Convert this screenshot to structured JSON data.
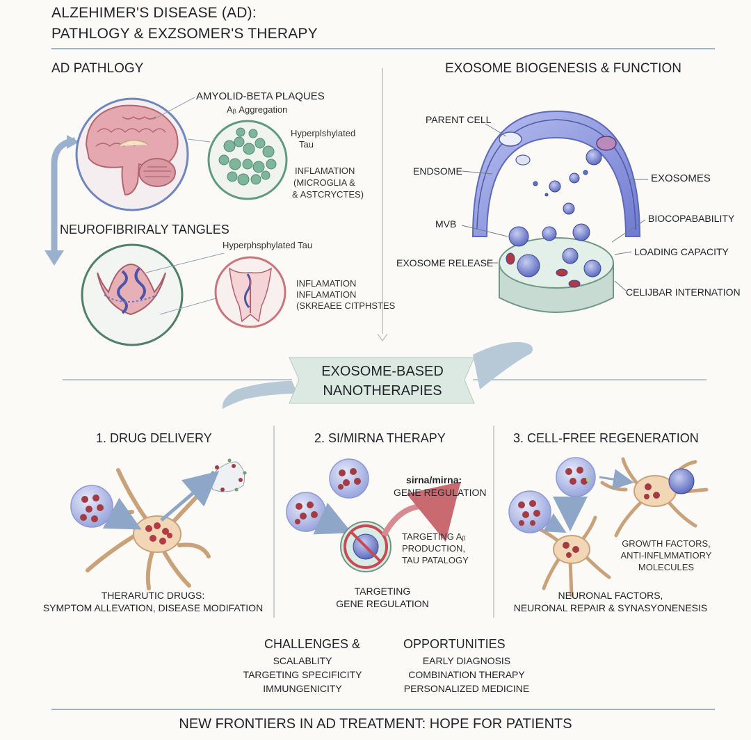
{
  "title": {
    "line1": "ALZEHIMER'S DISEASE (AD):",
    "line2": "PATHLOGY & EXZSOMER'S THERAPY"
  },
  "pathology": {
    "heading": "AD PATHLOGY",
    "plaques_label": "AMYOLID-BETA PLAQUES",
    "aggregation": "Aᵦ Aggregation",
    "tau1": "Hyperplshylated",
    "tau1b": "Tau",
    "inflam1": "INFLAMATION",
    "inflam1b": "(MICROGLIA &",
    "inflam1c": "& ASTCRYCTES)",
    "tangles_label": "NEUROFIBRIRALY TANGLES",
    "tau2": "Hyperphsphylated Tau",
    "inflam2a": "INFLAMATION",
    "inflam2b": "INFLAMATION",
    "inflam2c": "(SKREAEE CITPHSTES"
  },
  "exosome": {
    "heading": "EXOSOME BIOGENESIS & FUNCTION",
    "parent_cell": "PARENT CELL",
    "endosome": "ENDSOME",
    "mvb": "MVB",
    "release": "EXOSOME RELEASE",
    "exosomes": "EXOSOMES",
    "biocompat": "BIOCOPABABILITY",
    "loading": "LOADING CAPACITY",
    "internalization": "CELIJBAR INTERNATION"
  },
  "banner": {
    "line1": "EXOSOME-BASED",
    "line2": "NANOTHERAPIES"
  },
  "therapies": {
    "drug": {
      "heading": "1. DRUG DELIVERY",
      "caption1": "THERARUTIC DRUGS:",
      "caption2": "SYMPTOM ALLEVATION, DISEASE MODIFATION"
    },
    "sirna": {
      "heading": "2. SI/MIRNA THERAPY",
      "note1": "sirna/mirna:",
      "note2": "GENE REGULATION",
      "target1": "TARGETING Aᵦ",
      "target2": "PRODUCTION,",
      "target3": "TAU PATALOGY",
      "caption1": "TARGETING",
      "caption2": "GENE REGULATION"
    },
    "regen": {
      "heading": "3. CELL-FREE REGENERATION",
      "growth1": "GROWTH FACTORS,",
      "growth2": "ANTI-INFLMMATIORY",
      "growth3": "MOLECULES",
      "caption1": "NEURONAL FACTORS,",
      "caption2": "NEURONAL REPAIR & SYNASYONENESIS"
    }
  },
  "challenges": {
    "heading": "CHALLENGES &",
    "items": [
      "SCALABLITY",
      "TARGETING SPECIFICITY",
      "IMMUNGENICITY"
    ]
  },
  "opportunities": {
    "heading": "OPPORTUNITIES",
    "items": [
      "EARLY DIAGNOSIS",
      "COMBINATION THERAPY",
      "PERSONALIZED MEDICINE"
    ]
  },
  "footer": "NEW FRONTIERS IN AD TREATMENT: HOPE FOR PATIENTS",
  "colors": {
    "rule": "#9fb3c8",
    "banner": "#dce9e3",
    "vesicle": "#8d97d6",
    "cargo": "#a33b44",
    "neuron": "#f2d7b6",
    "arrow": "#8ea6c8"
  }
}
